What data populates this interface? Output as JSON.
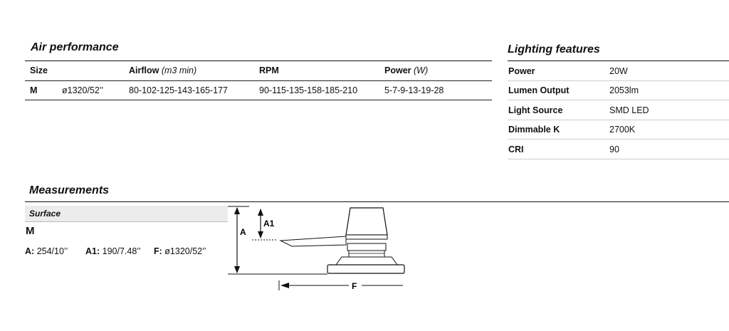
{
  "air_performance": {
    "title": "Air performance",
    "headers": {
      "size": "Size",
      "airflow": "Airflow",
      "airflow_unit": "(m3 min)",
      "rpm": "RPM",
      "power": "Power",
      "power_unit": "(W)"
    },
    "row": {
      "size": "M",
      "diameter": "ø1320/52’’",
      "airflow": "80-102-125-143-165-177",
      "rpm": "90-115-135-158-185-210",
      "power": "5-7-9-13-19-28"
    }
  },
  "lighting_features": {
    "title": "Lighting features",
    "rows": [
      {
        "label": "Power",
        "value": "20W"
      },
      {
        "label": "Lumen Output",
        "value": "2053lm"
      },
      {
        "label": "Light Source",
        "value": "SMD LED"
      },
      {
        "label": "Dimmable K",
        "value": "2700K"
      },
      {
        "label": "CRI",
        "value": "90"
      }
    ]
  },
  "measurements": {
    "title": "Measurements",
    "surface_label": "Surface",
    "size": "M",
    "a_label": "A:",
    "a_value": "254/10’’",
    "a1_label": "A1:",
    "a1_value": "190/7.48’’",
    "f_label": "F:",
    "f_value": "ø1320/52’’",
    "diagram": {
      "label_a": "A",
      "label_a1": "A1",
      "label_f": "F"
    }
  }
}
